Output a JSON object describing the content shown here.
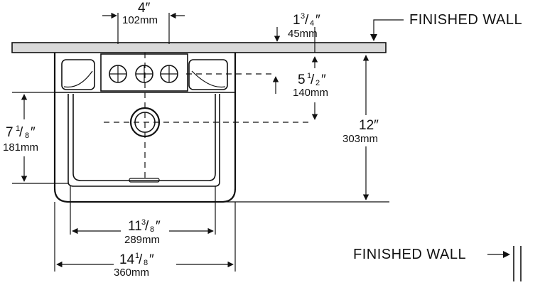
{
  "labels": {
    "finished_wall_top": "FINISHED WALL",
    "finished_wall_side": "FINISHED WALL"
  },
  "dimensions": {
    "faucet_spacing": {
      "inches_whole": "4",
      "inches_mark": "″",
      "mm": "102mm"
    },
    "deck_setback": {
      "inches_whole": "1",
      "frac_num": "3",
      "frac_den": "4",
      "inches_mark": "″",
      "mm": "45mm"
    },
    "faucet_to_drain": {
      "inches_whole": "5",
      "frac_num": "1",
      "frac_den": "2",
      "inches_mark": "″",
      "mm": "140mm"
    },
    "overall_depth": {
      "inches_whole": "12",
      "inches_mark": "″",
      "mm": "303mm"
    },
    "bowl_depth": {
      "inches_whole": "7",
      "frac_num": "1",
      "frac_den": "8",
      "inches_mark": "″",
      "mm": "181mm"
    },
    "bowl_width": {
      "inches_whole": "11",
      "frac_num": "3",
      "frac_den": "8",
      "inches_mark": "″",
      "mm": "289mm"
    },
    "overall_width": {
      "inches_whole": "14",
      "frac_num": "1",
      "frac_den": "8",
      "inches_mark": "″",
      "mm": "360mm"
    }
  },
  "icons": {
    "faucet_hole": "faucet-hole-icon",
    "drain": "drain-icon",
    "wall_section": "wall-section-icon"
  }
}
